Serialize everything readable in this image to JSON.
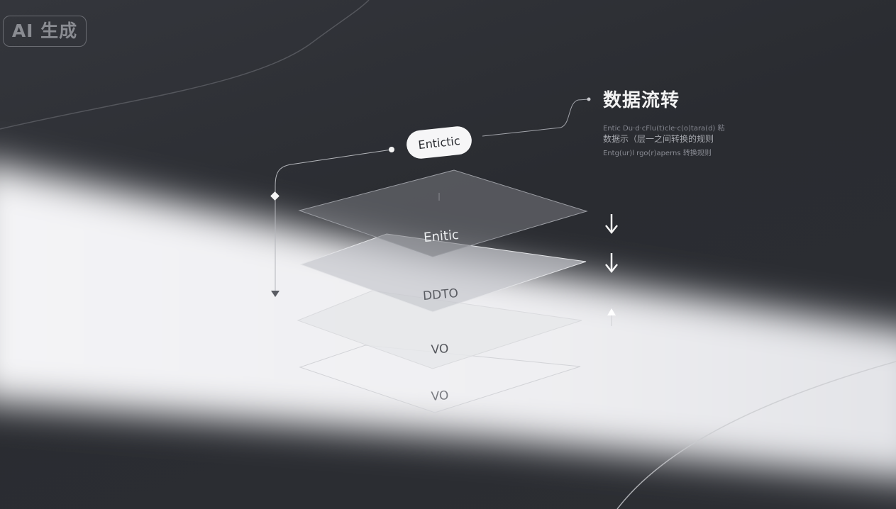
{
  "badge": {
    "text": "AI 生成"
  },
  "title": "数据流转",
  "description": {
    "line1": "Entic Du·d·cFlu(t)cle·c(o)tara(d) 粘",
    "line2": "数据示（层一之间转换的规则",
    "line3": "Entg(ur)l rgo(r)aperns 转换规则"
  },
  "top_pill": {
    "label": "Entictic"
  },
  "layers": [
    {
      "label": "",
      "marker": "|"
    },
    {
      "label": "Enitic"
    },
    {
      "label": "DDTO"
    },
    {
      "label": "VO"
    },
    {
      "label": "VO"
    }
  ],
  "arrow_icons": [
    "arrow-down-icon",
    "arrow-down-icon",
    "arrow-up-icon"
  ],
  "colors": {
    "background": "#2b2d33",
    "light_band": "#f1f1f3",
    "text_light": "#f2f2f2",
    "text_dark": "#55575d",
    "line": "#9a9ca2"
  }
}
